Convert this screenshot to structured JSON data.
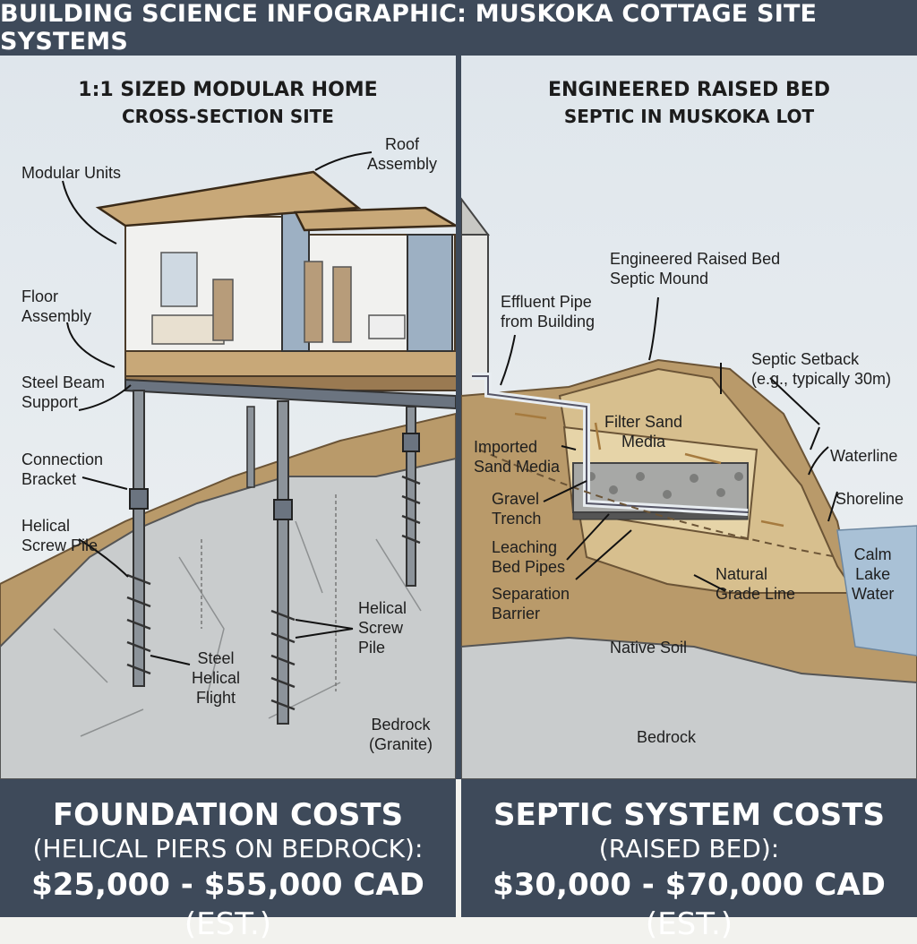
{
  "title": "BUILDING SCIENCE INFOGRAPHIC: MUSKOKA COTTAGE SITE SYSTEMS",
  "left_panel": {
    "title_line1": "1:1 SIZED MODULAR HOME",
    "title_line2": "CROSS-SECTION SITE",
    "labels": {
      "roof": "Roof\nAssembly",
      "modular": "Modular Units",
      "floor": "Floor\nAssembly",
      "beam": "Steel Beam\nSupport",
      "bracket": "Connection\nBracket",
      "pile_left": "Helical\nScrew Pile",
      "pile_right": "Helical\nScrew\nPile",
      "flight": "Steel\nHelical\nFlight",
      "bedrock": "Bedrock\n(Granite)"
    }
  },
  "right_panel": {
    "title_line1": "ENGINEERED RAISED BED",
    "title_line2": "SEPTIC IN MUSKOKA LOT",
    "labels": {
      "mound": "Engineered Raised Bed\nSeptic Mound",
      "effluent": "Effluent Pipe\nfrom Building",
      "setback": "Septic Setback\n(e.g., typically 30m)",
      "filter": "Filter Sand\nMedia",
      "imported": "Imported\nSand Media",
      "waterline": "Waterline",
      "shoreline": "Shoreline",
      "gravel": "Gravel\nTrench",
      "leaching": "Leaching\nBed Pipes",
      "lake": "Calm\nLake\nWater",
      "separation": "Separation\nBarrier",
      "grade": "Natural\nGrade Line",
      "native": "Native Soil",
      "bedrock": "Bedrock"
    }
  },
  "costs": {
    "left": {
      "heading": "FOUNDATION COSTS",
      "sub": "(HELICAL PIERS ON BEDROCK):",
      "price": "$25,000 - $55,000 CAD",
      "est": "(EST.)"
    },
    "right": {
      "heading": "SEPTIC SYSTEM COSTS",
      "sub": "(RAISED BED):",
      "price": "$30,000 - $70,000 CAD",
      "est": "(EST.)"
    }
  }
}
